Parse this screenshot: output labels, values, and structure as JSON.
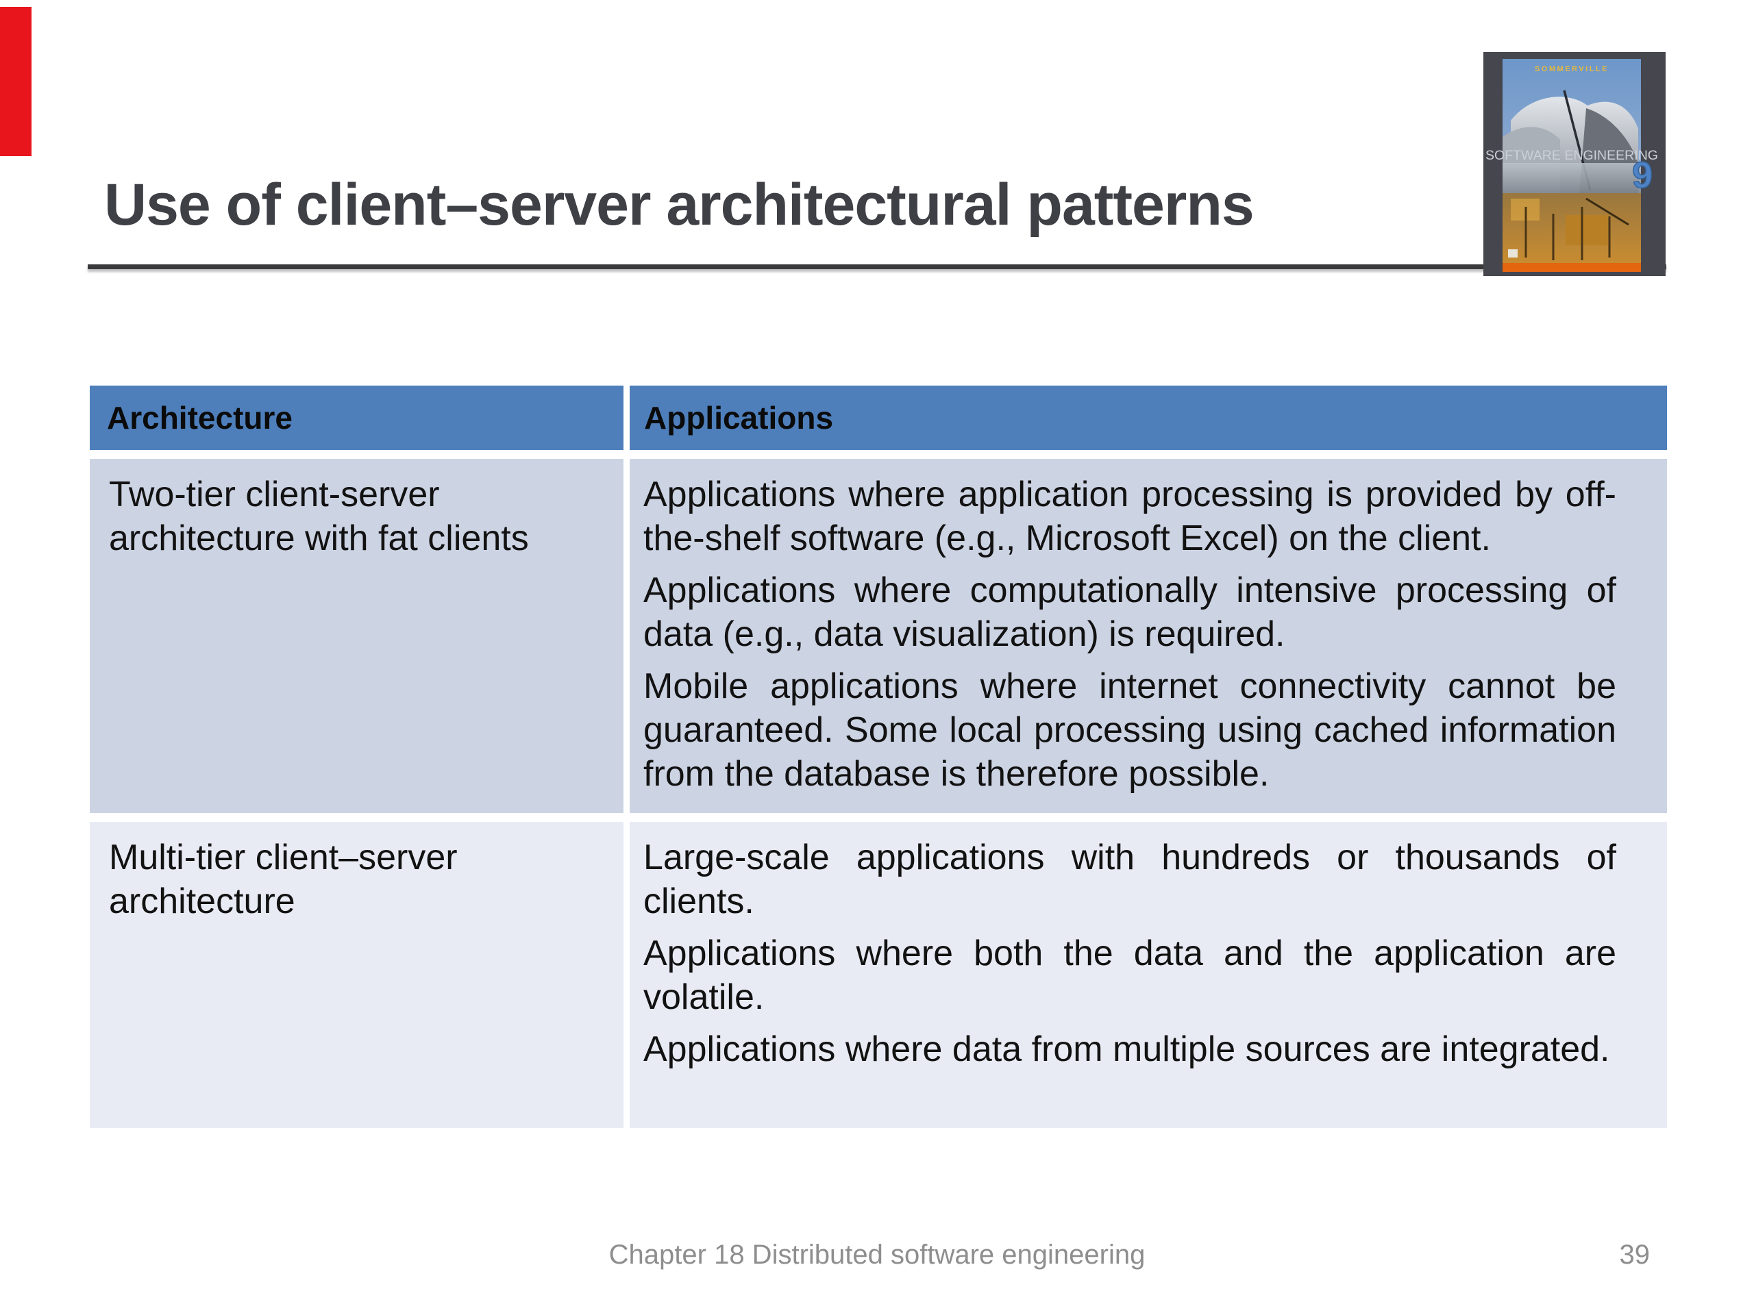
{
  "slide": {
    "title": "Use of client–server architectural patterns",
    "footer": {
      "left": "Chapter 18 Distributed software engineering",
      "page_number": "39"
    },
    "accent_colors": {
      "red_bar": "#e8151c",
      "title_text": "#3f4046",
      "rule": "#3a3a3c",
      "table_header_blue": "#4e7fbb",
      "table_row1_bg": "#ccd3e3",
      "table_row2_bg": "#e8ebf4",
      "footer_gray": "#8e8e8e"
    }
  },
  "book_cover": {
    "author": "SOMMERVILLE",
    "title": "SOFTWARE ENGINEERING",
    "edition": "9"
  },
  "table": {
    "columns": [
      "Architecture",
      "Applications"
    ],
    "rows": [
      {
        "architecture": "Two-tier client-server architecture with fat clients",
        "applications": [
          "Applications where application processing is provided by off-the-shelf software (e.g., Microsoft Excel) on the client.",
          "Applications where computationally intensive processing of data (e.g., data visualization) is required.",
          "Mobile applications where internet connectivity cannot be guaranteed. Some local processing using cached information from the database is therefore possible."
        ]
      },
      {
        "architecture": "Multi-tier client–server architecture",
        "applications": [
          "Large-scale applications with hundreds or thousands of clients.",
          "Applications where both the data and the application are volatile.",
          "Applications where data from multiple sources are integrated."
        ]
      }
    ]
  }
}
